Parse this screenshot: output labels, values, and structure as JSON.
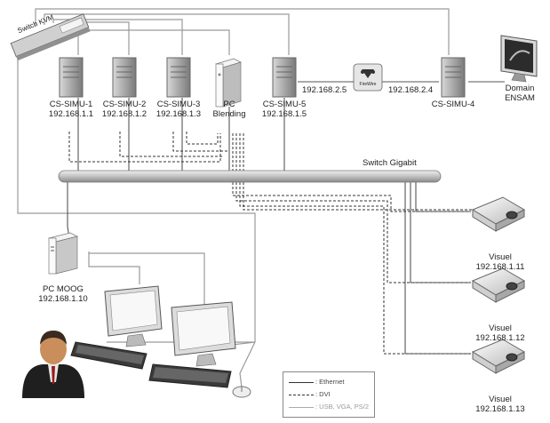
{
  "kvm": {
    "label": "Switch KVM"
  },
  "switch": {
    "label": "Switch Gigabit"
  },
  "firewire": {
    "label": "FireWire"
  },
  "servers": [
    {
      "name": "CS-SIMU-1",
      "ip": "192.168.1.1"
    },
    {
      "name": "CS-SIMU-2",
      "ip": "192.168.1.2"
    },
    {
      "name": "CS-SIMU-3",
      "ip": "192.168.1.3"
    },
    {
      "name": "PC",
      "ip": "Blending"
    },
    {
      "name": "CS-SIMU-5",
      "ip": "192.168.1.5"
    },
    {
      "name": "CS-SIMU-4",
      "ip": ""
    }
  ],
  "links": {
    "left_ip": "192.168.2.5",
    "right_ip": "192.168.2.4"
  },
  "domain": {
    "line1": "Domain",
    "line2": "ENSAM"
  },
  "moog": {
    "name": "PC MOOG",
    "ip": "192.168.1.10"
  },
  "visuals": [
    {
      "name": "Visuel",
      "ip": "192.168.1.11"
    },
    {
      "name": "Visuel",
      "ip": "192.168.1.12"
    },
    {
      "name": "Visuel",
      "ip": "192.168.1.13"
    }
  ],
  "legend": [
    {
      "style": "solid",
      "label": ": Ethernet"
    },
    {
      "style": "dashed",
      "label": ": DVI"
    },
    {
      "style": "gray",
      "label": ": USB, VGA, PS/2"
    }
  ],
  "colors": {
    "ethernet": "#555555",
    "dvi": "#333333",
    "usb": "#9a9a9a",
    "server_body": "#b9b9b9",
    "switch_bar": "#c8c8c8"
  }
}
